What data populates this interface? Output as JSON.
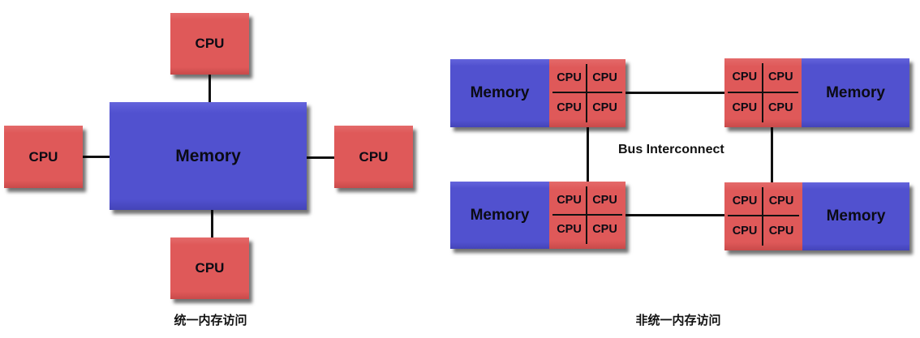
{
  "uma": {
    "caption": "统一内存访问",
    "memory_label": "Memory",
    "cpus": [
      {
        "position": "top",
        "label": "CPU"
      },
      {
        "position": "left",
        "label": "CPU"
      },
      {
        "position": "right",
        "label": "CPU"
      },
      {
        "position": "bottom",
        "label": "CPU"
      }
    ]
  },
  "numa": {
    "caption": "非统一内存访问",
    "bus_label": "Bus Interconnect",
    "nodes": [
      {
        "position": "top-left",
        "memory_label": "Memory",
        "cpus": [
          "CPU",
          "CPU",
          "CPU",
          "CPU"
        ]
      },
      {
        "position": "top-right",
        "memory_label": "Memory",
        "cpus": [
          "CPU",
          "CPU",
          "CPU",
          "CPU"
        ]
      },
      {
        "position": "bottom-left",
        "memory_label": "Memory",
        "cpus": [
          "CPU",
          "CPU",
          "CPU",
          "CPU"
        ]
      },
      {
        "position": "bottom-right",
        "memory_label": "Memory",
        "cpus": [
          "CPU",
          "CPU",
          "CPU",
          "CPU"
        ]
      }
    ]
  },
  "colors": {
    "cpu": "#df5959",
    "memory": "#5151cf",
    "connector": "#111111"
  }
}
